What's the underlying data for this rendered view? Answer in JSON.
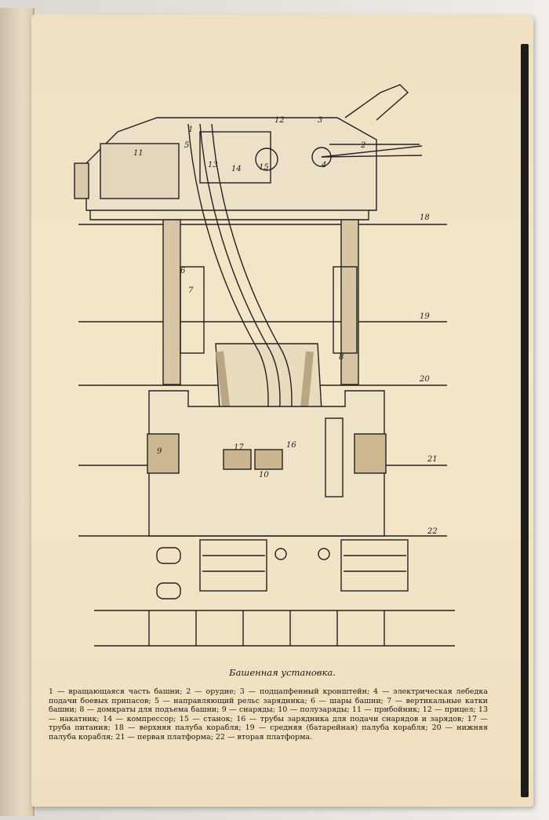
{
  "left_page_lines": [],
  "figure": {
    "callouts": [
      "1",
      "2",
      "3",
      "4",
      "5",
      "6",
      "7",
      "8",
      "9",
      "10",
      "11",
      "12",
      "13",
      "14",
      "15",
      "16",
      "17",
      "18",
      "19",
      "20",
      "21",
      "22"
    ]
  },
  "caption": {
    "title": "Башенная установка.",
    "text": "1 — вращающаяся часть башни; 2 — орудие; 3 — подцапфенный кронштейн; 4 — электрическая лебедка подачи боевых припасов; 5 — направляющий рельс зарядника; 6 — шары башни; 7 — вертикальные катки башни; 8 — домкраты для подъема башни; 9 — снаряды; 10 — полузаряды; 11 — прибойник; 12 — прицел; 13 — накатник; 14 — компрессор; 15 — станок; 16 — трубы зарядника для подачи снарядов и зарядов; 17 — труба питания; 18 — верхняя палуба корабля; 19 — средняя (батарейная) палуба корабля; 20 — нижняя палуба корабля; 21 — первая платформа; 22 — вторая платформа."
  }
}
